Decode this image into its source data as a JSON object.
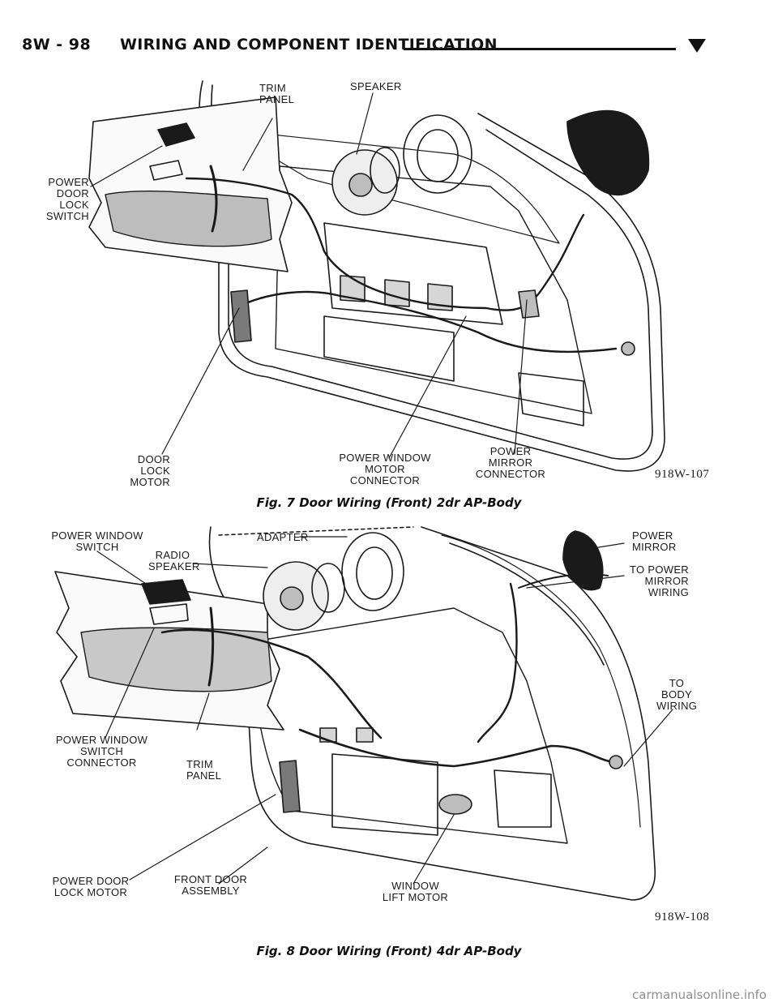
{
  "header": {
    "page_number": "8W - 98",
    "section_title": "WIRING AND COMPONENT IDENTIFICATION"
  },
  "figure7": {
    "caption": "Fig. 7 Door Wiring (Front) 2dr AP-Body",
    "code": "918W-107",
    "labels": {
      "trim_panel": "TRIM\nPANEL",
      "speaker": "SPEAKER",
      "power_door_lock_switch": "POWER\nDOOR\nLOCK\nSWITCH",
      "door_lock_motor": "DOOR\nLOCK\nMOTOR",
      "power_window_motor_connector": "POWER WINDOW\nMOTOR\nCONNECTOR",
      "power_mirror_connector": "POWER\nMIRROR\nCONNECTOR"
    }
  },
  "figure8": {
    "caption": "Fig. 8 Door Wiring (Front) 4dr AP-Body",
    "code": "918W-108",
    "labels": {
      "power_window_switch": "POWER WINDOW\nSWITCH",
      "adapter": "ADAPTER",
      "radio_speaker": "RADIO\nSPEAKER",
      "power_mirror": "POWER\nMIRROR",
      "to_power_mirror_wiring": "TO POWER\nMIRROR\nWIRING",
      "to_body_wiring": "TO\nBODY\nWIRING",
      "power_window_switch_connector": "POWER WINDOW\nSWITCH CONNECTOR",
      "trim_panel": "TRIM\nPANEL",
      "power_door_lock_motor": "POWER DOOR\nLOCK MOTOR",
      "front_door_assembly": "FRONT DOOR\nASSEMBLY",
      "window_lift_motor": "WINDOW\nLIFT MOTOR"
    }
  },
  "watermark": "carmanualsonline.info"
}
